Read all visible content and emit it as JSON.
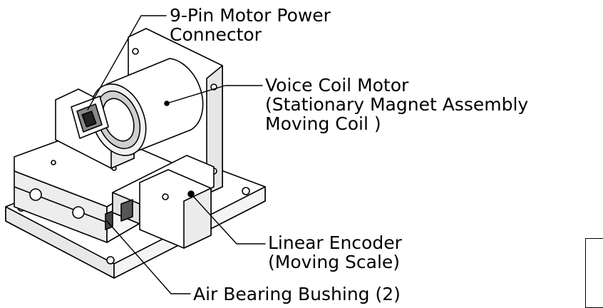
{
  "callouts": {
    "connector": [
      "9-Pin Motor Power",
      "Connector"
    ],
    "motor": [
      "Voice Coil Motor",
      "(Stationary Magnet Assembly",
      "Moving Coil )"
    ],
    "encoder": [
      "Linear Encoder",
      "(Moving Scale)"
    ],
    "bushing": [
      "Air Bearing Bushing (2)"
    ]
  }
}
